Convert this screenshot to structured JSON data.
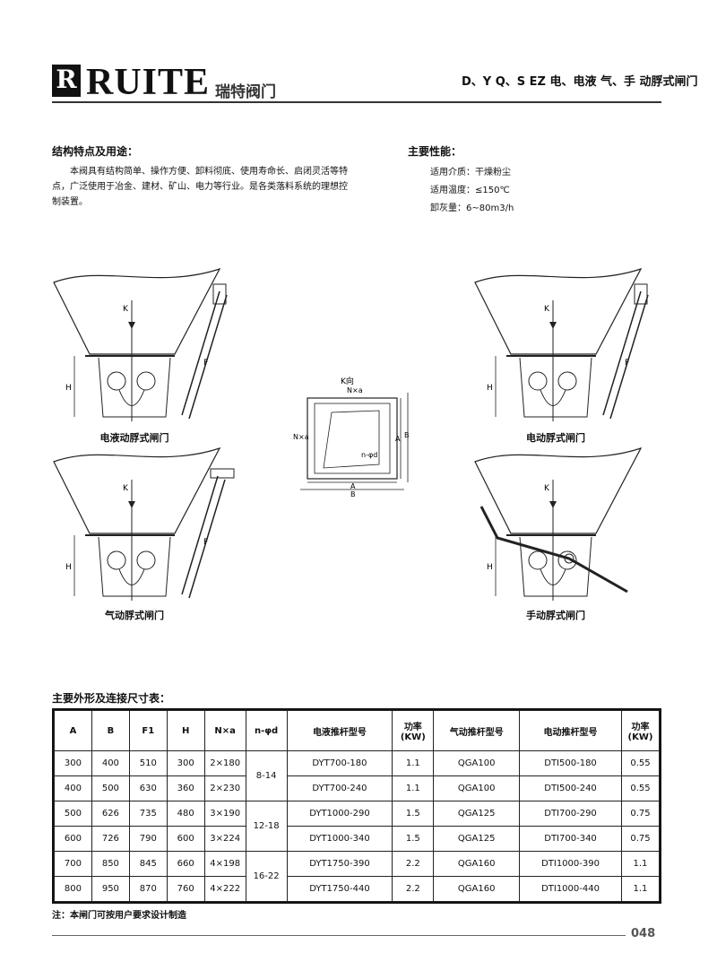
{
  "header": {
    "logo_glyph": "R",
    "brand": "RUITE",
    "brand_cn": "瑞特阀门",
    "product_title": "D、Y Q、S EZ 电、电液 气、手 动脬式闸门"
  },
  "features": {
    "title": "结构特点及用途：",
    "body": "本阀具有结构简单、操作方便、卸料彻底、使用寿命长、启闭灵活等特点，广泛使用于冶金、建材、矿山、电力等行业。是各类落料系统的理想控制装置。"
  },
  "performance": {
    "title": "主要性能：",
    "items": [
      "适用介质：干燥粉尘",
      "适用温度：≤150℃",
      "卸灰量：6~80m3/h"
    ]
  },
  "diagrams": {
    "captions": [
      "电液动脬式闸门",
      "电动脬式闸门",
      "气动脬式闸门",
      "手动脬式闸门"
    ],
    "labels": {
      "K": "K",
      "H": "H",
      "F": "F",
      "view": "K向",
      "Nxa": "N×a",
      "A": "A",
      "B": "B",
      "holes": "n-φd"
    }
  },
  "table": {
    "title": "主要外形及连接尺寸表：",
    "headers": [
      "A",
      "B",
      "F1",
      "H",
      "N×a",
      "n-φd",
      "电液推杆型号",
      "功率\n(KW)",
      "气动推杆型号",
      "电动推杆型号",
      "功率\n(KW)"
    ],
    "rows": [
      [
        "300",
        "400",
        "510",
        "300",
        "2×180",
        "8-14",
        "DYT700-180",
        "1.1",
        "QGA100",
        "DTI500-180",
        "0.55"
      ],
      [
        "400",
        "500",
        "630",
        "360",
        "2×230",
        "",
        "DYT700-240",
        "1.1",
        "QGA100",
        "DTI500-240",
        "0.55"
      ],
      [
        "500",
        "626",
        "735",
        "480",
        "3×190",
        "12-18",
        "DYT1000-290",
        "1.5",
        "QGA125",
        "DTI700-290",
        "0.75"
      ],
      [
        "600",
        "726",
        "790",
        "600",
        "3×224",
        "",
        "DYT1000-340",
        "1.5",
        "QGA125",
        "DTI700-340",
        "0.75"
      ],
      [
        "700",
        "850",
        "845",
        "660",
        "4×198",
        "16-22",
        "DYT1750-390",
        "2.2",
        "QGA160",
        "DTI1000-390",
        "1.1"
      ],
      [
        "800",
        "950",
        "870",
        "760",
        "4×222",
        "",
        "DYT1750-440",
        "2.2",
        "QGA160",
        "DTI1000-440",
        "1.1"
      ]
    ]
  },
  "note": "注：本闸门可按用户要求设计制造",
  "page_number": "048"
}
